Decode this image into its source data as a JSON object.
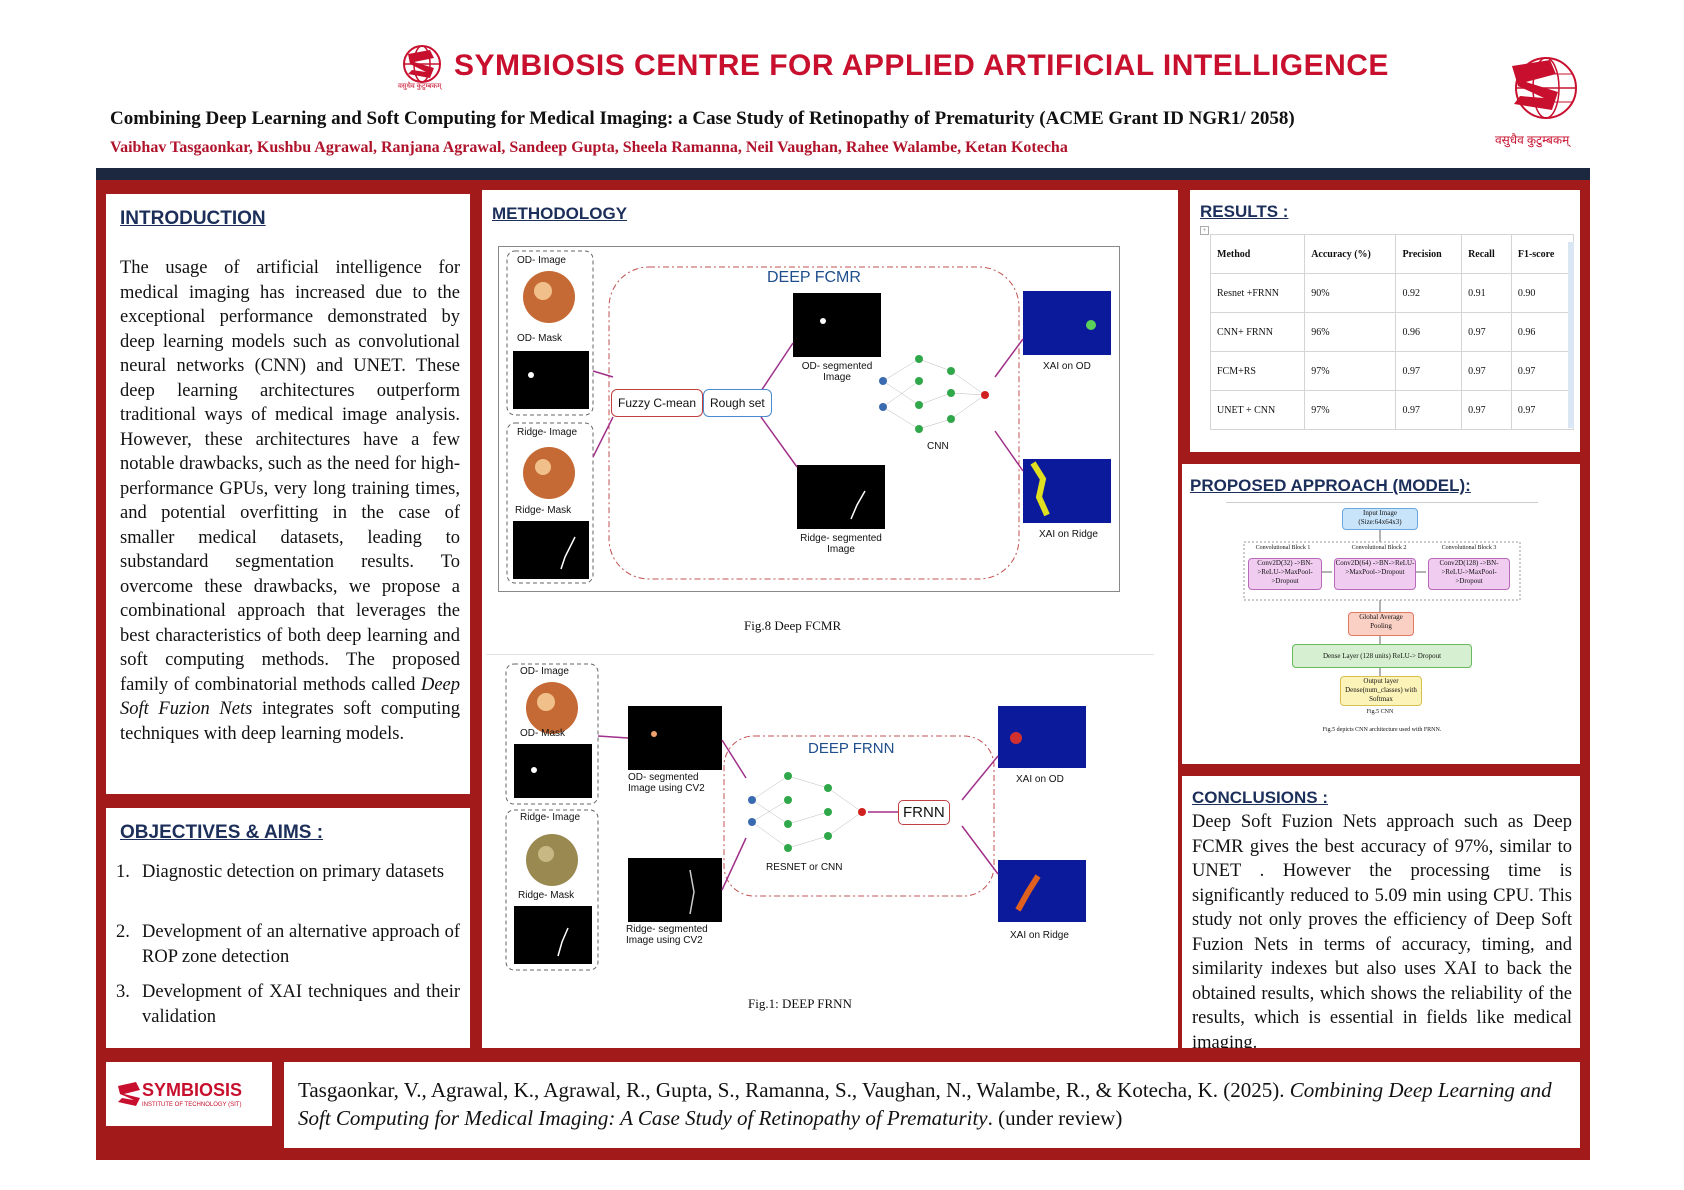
{
  "header": {
    "brand_name": "SYMBIOSIS CENTRE FOR APPLIED ARTIFICIAL INTELLIGENCE",
    "brand_tagline": "वसुधैव कुटुम्बकम्",
    "title": "Combining Deep Learning and Soft Computing for Medical Imaging: a Case Study of Retinopathy of Prematurity (ACME Grant ID NGR1/ 2058)",
    "authors": "Vaibhav Tasgaonkar, Kushbu Agrawal, Ranjana Agrawal, Sandeep Gupta, Sheela Ramanna, Neil Vaughan, Rahee Walambe, Ketan Kotecha",
    "corner_tagline": "वसुधैव कुटुम्बकम्"
  },
  "colors": {
    "brand_red": "#c8102e",
    "frame": "#a31a1a",
    "heading_navy": "#1c2f5a",
    "bar": "#1c2740"
  },
  "introduction": {
    "heading": "INTRODUCTION ",
    "text_before": "The usage of artificial intelligence for medical imaging has increased due to the exceptional performance demonstrated by deep learning models such as convolutional neural networks (CNN) and UNET. These deep learning architectures outperform traditional ways of medical image analysis. However, these architectures have a few notable drawbacks, such as the need for high-performance GPUs, very long training times, and potential overfitting in the case of smaller medical datasets, leading to substandard segmentation results. To overcome these drawbacks, we propose a combinational approach that leverages the best characteristics of both deep learning and soft computing methods. The proposed family of combinatorial methods called ",
    "text_emph": "Deep Soft Fuzion Nets",
    "text_after": " integrates soft computing techniques with deep learning models."
  },
  "objectives": {
    "heading": "OBJECTIVES & AIMS :",
    "items": [
      {
        "num": "1.",
        "text": "Diagnostic detection on primary datasets"
      },
      {
        "num": "2.",
        "text": "Development of an alternative approach of ROP zone detection"
      },
      {
        "num": "3.",
        "text": " Development of XAI techniques and their validation"
      }
    ]
  },
  "methodology": {
    "heading": "METHODOLOGY ",
    "fig8": {
      "od_image": "OD- Image",
      "od_mask": "OD- Mask",
      "ridge_image": "Ridge- Image",
      "ridge_mask": "Ridge- Mask",
      "title": "DEEP FCMR",
      "fcm": "Fuzzy C-mean",
      "rough": "Rough set",
      "od_seg": "OD- segmented Image",
      "ridge_seg": "Ridge- segmented Image",
      "cnn": "CNN",
      "xai_od": "XAI on OD",
      "xai_ridge": "XAI on Ridge",
      "caption": "Fig.8 Deep FCMR"
    },
    "fig1": {
      "od_image": "OD- Image",
      "od_mask": "OD- Mask",
      "ridge_image": "Ridge- Image",
      "ridge_mask": "Ridge- Mask",
      "od_seg": "OD- segmented Image using CV2",
      "ridge_seg": "Ridge- segmented Image using CV2",
      "title": "DEEP FRNN",
      "net": "RESNET or CNN",
      "frnn": "FRNN",
      "xai_od": "XAI on OD",
      "xai_ridge": "XAI on Ridge",
      "caption": "Fig.1: DEEP FRNN"
    }
  },
  "results": {
    "heading": "RESULTS :",
    "columns": [
      "Method",
      "Accuracy (%)",
      "Precision",
      "Recall",
      "F1-score"
    ],
    "rows": [
      [
        "Resnet +FRNN",
        "90%",
        "0.92",
        "0.91",
        "0.90"
      ],
      [
        "CNN+ FRNN",
        "96%",
        "0.96",
        "0.97",
        "0.96"
      ],
      [
        "FCM+RS",
        "97%",
        "0.97",
        "0.97",
        "0.97"
      ],
      [
        "UNET + CNN",
        "97%",
        "0.97",
        "0.97",
        "0.97"
      ]
    ]
  },
  "model": {
    "heading": "PROPOSED APPROACH (MODEL): ",
    "input": "Input Image (Size:64x64x3)",
    "block1_label": "Convolutional Block 1",
    "block1": "Conv2D(32) ->BN->ReLU->MaxPool->Dropout",
    "block2_label": "Convolutional Block 2",
    "block2": "Conv2D(64) ->BN->ReLU->MaxPool->Dropout",
    "block3_label": "Convolutional Block 3",
    "block3": "Conv2D(128) ->BN->ReLU->MaxPool->Dropout",
    "gap": "Global Average Pooling",
    "dense": "Dense Layer (128 units) ReLU-> Dropout",
    "output": "Output layer Dense(num_classes) with Softmax",
    "fig_label": "Fig.5 CNN",
    "caption": "Fig.5 depicts CNN architecture used with FRNN."
  },
  "conclusions": {
    "heading": "CONCLUSIONS :",
    "text": "Deep Soft Fuzion Nets approach  such as Deep FCMR gives the best accuracy of 97%, similar to UNET . However the processing time is significantly reduced to 5.09 min using CPU. This study not only proves the efficiency of Deep Soft Fuzion Nets in terms of accuracy, timing, and similarity indexes but also uses XAI to back the obtained results, which shows the reliability of the results, which is essential in fields like medical imaging."
  },
  "footer": {
    "logo_name": "SYMBIOSIS",
    "logo_sub": "INSTITUTE OF TECHNOLOGY (SIT)",
    "cite_before": "Tasgaonkar, V., Agrawal, K., Agrawal, R., Gupta, S., Ramanna, S., Vaughan, N., Walambe, R., & Kotecha, K. (2025). ",
    "cite_title": "Combining Deep Learning and Soft Computing for Medical Imaging: A Case Study of Retinopathy of Prematurity",
    "cite_after": ". (under review)"
  }
}
